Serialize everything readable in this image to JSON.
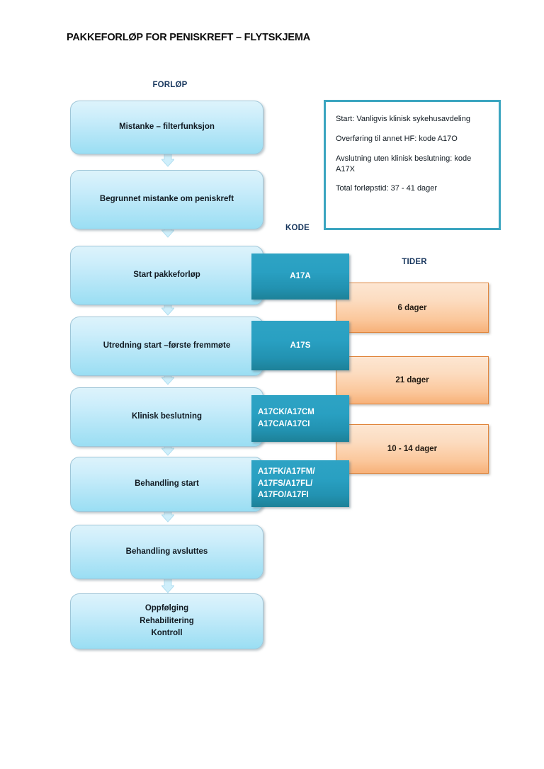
{
  "title": "PAKKEFORLØP FOR PENISKREFT – FLYTSKJEMA",
  "columns": {
    "forlop": "FORLØP",
    "kode": "KODE",
    "tider": "TIDER"
  },
  "colors": {
    "process_box": "#b5e6f7",
    "code_box": "#2292b1",
    "time_box": "#fbc79b",
    "info_border": "#3ba5c0",
    "title_text": "#0d0d0d"
  },
  "process_steps": [
    {
      "label": "Mistanke – filterfunksjon"
    },
    {
      "label": "Begrunnet mistanke om peniskreft"
    },
    {
      "label": "Start pakkeforløp"
    },
    {
      "label": "Utredning start –første fremmøte"
    },
    {
      "label": "Klinisk beslutning"
    },
    {
      "label": "Behandling start"
    },
    {
      "label": "Behandling avsluttes"
    },
    {
      "label": "Oppfølging\nRehabilitering\nKontroll"
    }
  ],
  "codes": [
    {
      "label": "A17A"
    },
    {
      "label": "A17S"
    },
    {
      "label": "A17CK/A17CM\nA17CA/A17CI"
    },
    {
      "label": "A17FK/A17FM/\nA17FS/A17FL/\nA17FO/A17FI"
    }
  ],
  "times": [
    {
      "label": "6 dager"
    },
    {
      "label": "21 dager"
    },
    {
      "label": "10 - 14 dager"
    }
  ],
  "info": {
    "lines": [
      "Start: Vanligvis klinisk sykehusavdeling",
      "Overføring til annet HF: kode A17O",
      "Avslutning uten klinisk beslutning: kode A17X",
      "Total forløpstid: 37 - 41 dager"
    ]
  }
}
